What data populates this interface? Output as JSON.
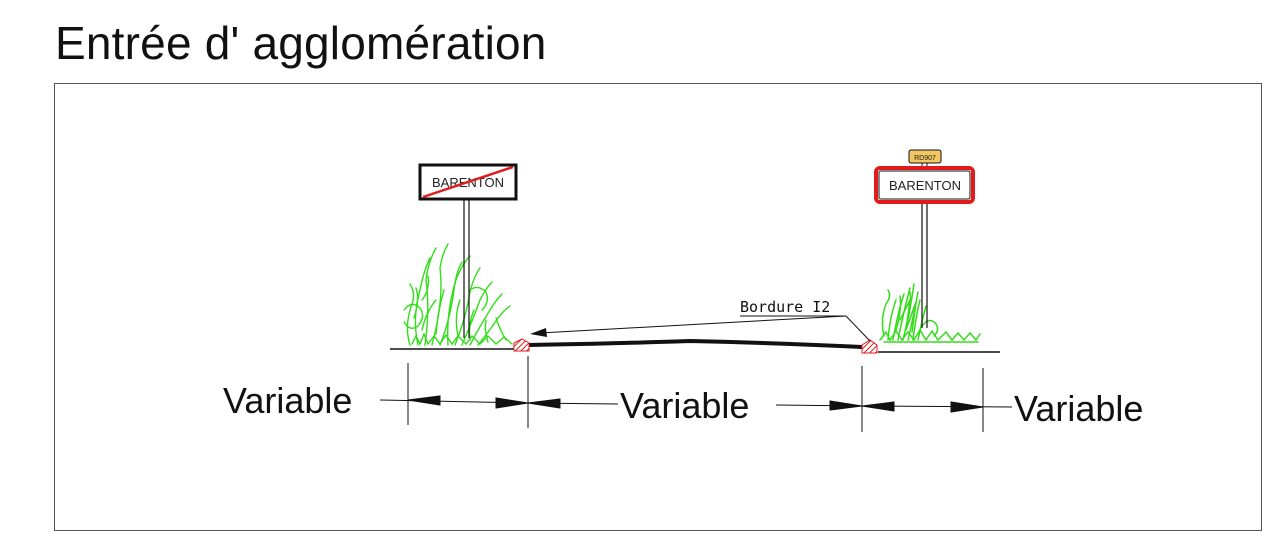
{
  "title": "Entrée d' agglomération",
  "signs": {
    "exit_sign_label": "BARENTON",
    "entry_sign_label": "BARENTON",
    "route_plate": "RD907"
  },
  "callout": {
    "label": "Bordure I2"
  },
  "dimensions": {
    "left": "Variable",
    "middle": "Variable",
    "right": "Variable"
  },
  "colors": {
    "sign_red": "#e11b1b",
    "grass_green": "#33dd1a",
    "route_plate_yellow": "#f2c661",
    "ink": "#111111"
  }
}
